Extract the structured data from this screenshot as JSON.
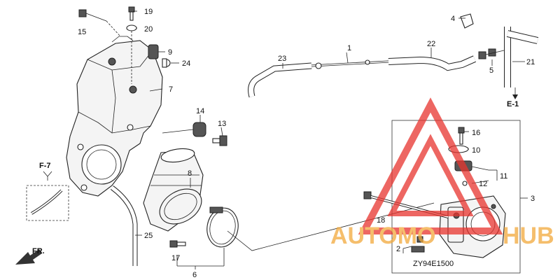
{
  "labels": {
    "l1": "1",
    "l2": "2",
    "l3": "3",
    "l4": "4",
    "l5": "5",
    "l6": "6",
    "l7": "7",
    "l8": "8",
    "l9": "9",
    "l10": "10",
    "l11": "11",
    "l12": "12",
    "l13": "13",
    "l14": "14",
    "l15": "15",
    "l16": "16",
    "l17": "17",
    "l18": "18",
    "l19": "19",
    "l20": "20",
    "l21": "21",
    "l22": "22",
    "l23": "23",
    "l24": "24",
    "l25": "25"
  },
  "refs": {
    "e1": "E-1",
    "f7": "F-7",
    "fr": "FR."
  },
  "diagram_code": "ZY94E1500",
  "watermark": {
    "text_left": "AUTOMO",
    "text_right": "HUB",
    "triangle_color": "#e8342e",
    "text_color": "#f2a93b"
  }
}
